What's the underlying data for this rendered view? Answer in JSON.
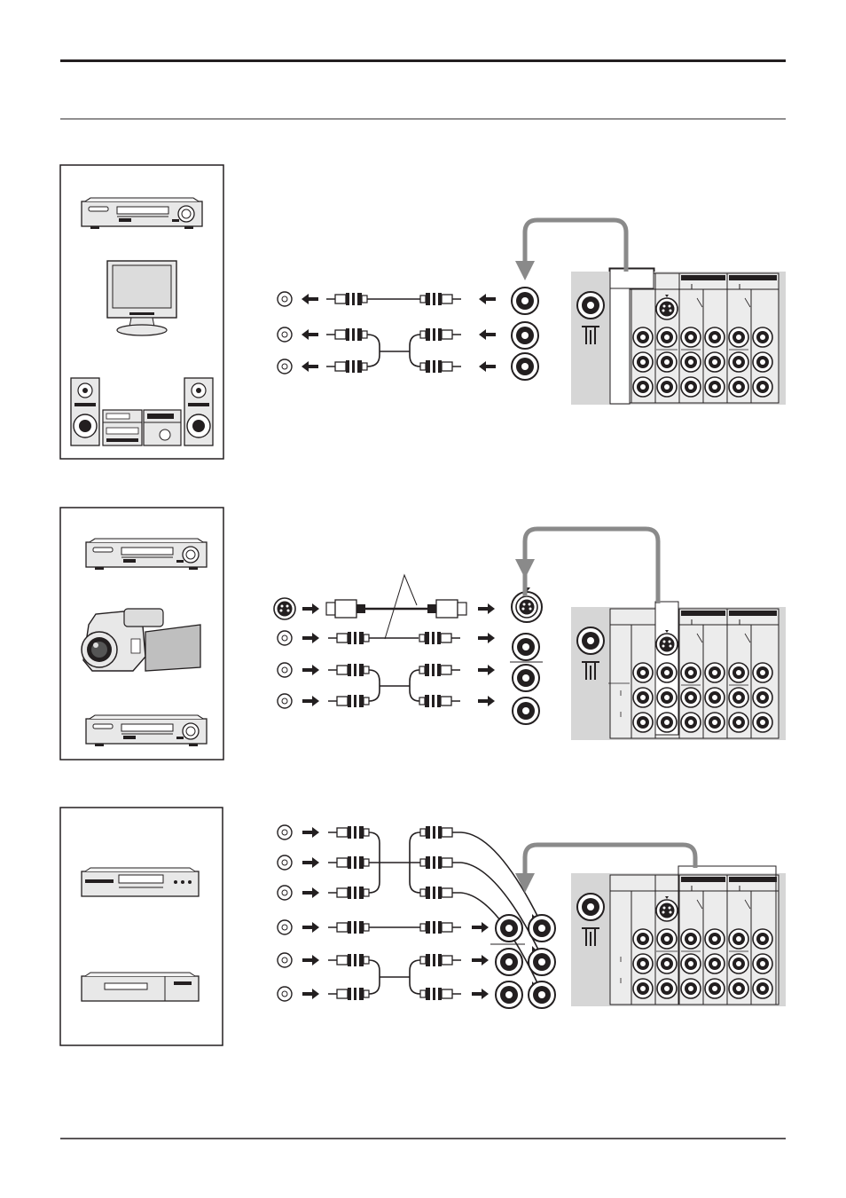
{
  "page": {
    "description_text": []
  },
  "sections": [
    {
      "id": "monitor-out",
      "devices": [
        "vcr",
        "monitor",
        "audio-system"
      ],
      "direction": "output",
      "connectors": [
        "video",
        "audio-l",
        "audio-r"
      ]
    },
    {
      "id": "video-in",
      "devices": [
        "vcr",
        "camcorder",
        "vcr"
      ],
      "direction": "input",
      "connectors": [
        "s-video",
        "video",
        "audio-l",
        "audio-r"
      ]
    },
    {
      "id": "component-in",
      "devices": [
        "dvd-player",
        "digital-tuner"
      ],
      "direction": "input",
      "connectors": [
        "y",
        "pb",
        "pr",
        "audio-l",
        "audio-r"
      ]
    }
  ],
  "colors": {
    "ink": "#231f20",
    "panel": "#d6d6d6",
    "cable": "#8a8a8a",
    "device": "#e8e8e8"
  }
}
